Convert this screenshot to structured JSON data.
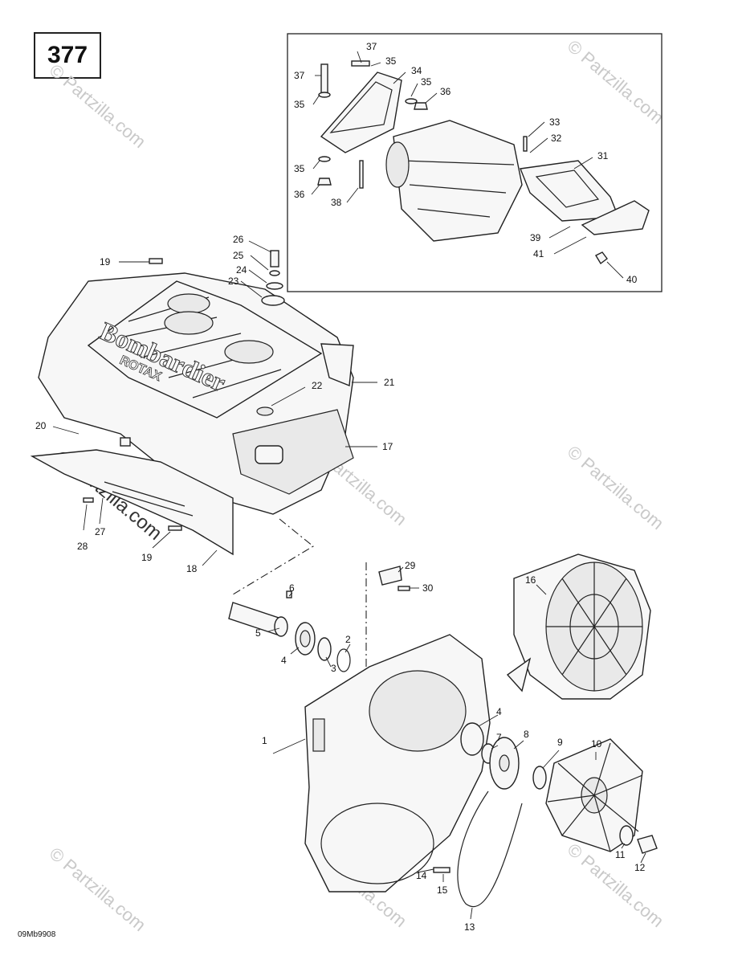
{
  "page_number": "377",
  "reference_code": "09Mb9908",
  "watermark": {
    "small": "© Partzilla.com",
    "large_symbol": "©",
    "large_text": "Partzilla.com"
  },
  "brand": {
    "name": "Bombardier",
    "engine": "ROTAX"
  },
  "callouts": {
    "c1": "1",
    "c2": "2",
    "c3": "3",
    "c4a": "4",
    "c4b": "4",
    "c5": "5",
    "c6": "6",
    "c7": "7",
    "c8": "8",
    "c9": "9",
    "c10": "10",
    "c11": "11",
    "c12": "12",
    "c13": "13",
    "c14": "14",
    "c15": "15",
    "c16": "16",
    "c17": "17",
    "c18": "18",
    "c19a": "19",
    "c19b": "19",
    "c20": "20",
    "c21": "21",
    "c22": "22",
    "c23": "23",
    "c24": "24",
    "c25": "25",
    "c26": "26",
    "c27": "27",
    "c28": "28",
    "c29": "29",
    "c30": "30",
    "c31": "31",
    "c32": "32",
    "c33": "33",
    "c34": "34",
    "c35a": "35",
    "c35b": "35",
    "c35c": "35",
    "c35d": "35",
    "c36a": "36",
    "c36b": "36",
    "c37a": "37",
    "c37b": "37",
    "c38": "38",
    "c39": "39",
    "c40": "40",
    "c41": "41"
  }
}
